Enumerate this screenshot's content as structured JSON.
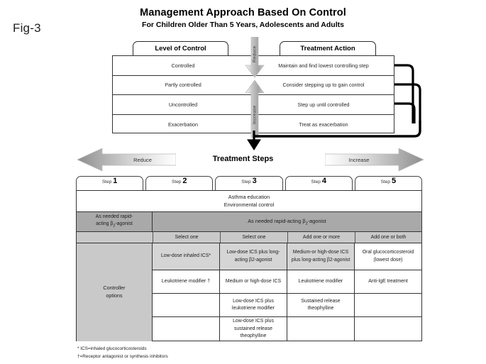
{
  "figure": {
    "label": "Fig-3"
  },
  "titles": {
    "main": "Management Approach Based On Control",
    "sub": "For Children Older Than 5 Years, Adolescents and Adults"
  },
  "control_section": {
    "tabs": {
      "level_of_control": "Level of Control",
      "treatment_action": "Treatment Action"
    },
    "vertical_arrows": {
      "reduce": "Reduce",
      "increase": "Increase"
    },
    "rows": [
      {
        "level": "Controlled",
        "action": "Maintain and find lowest controlling step"
      },
      {
        "level": "Partly controlled",
        "action": "Consider stepping up to gain control"
      },
      {
        "level": "Uncontrolled",
        "action": "Step up until controlled"
      },
      {
        "level": "Exacerbation",
        "action": "Treat as exacerbation"
      }
    ]
  },
  "steps_band": {
    "title": "Treatment Steps",
    "reduce_label": "Reduce",
    "increase_label": "Increase",
    "step_word": "Step",
    "steps": [
      "1",
      "2",
      "3",
      "4",
      "5"
    ]
  },
  "treatment_table": {
    "education_row": {
      "line1": "Asthma education",
      "line2": "Environmental control"
    },
    "rapid_row": {
      "left": "As needed rapid-acting β2-agonist",
      "left_line1": "As needed rapid-",
      "left_line2_pre": "acting β",
      "left_line2_sub": "2",
      "left_line2_post": "-agonist",
      "right_pre": "As needed rapid-acting β",
      "right_sub": "2",
      "right_post": "-agonist"
    },
    "select_headers": [
      "Select one",
      "Select one",
      "Add one or more",
      "Add one or both"
    ],
    "controller_label_line1": "Controller",
    "controller_label_line2": "options",
    "columns": [
      {
        "step": "1",
        "cells": [
          "",
          "",
          "",
          ""
        ]
      },
      {
        "step": "2",
        "cells": [
          "Low-dose inhaled ICS*",
          "Leukotriene modifier †",
          "",
          ""
        ]
      },
      {
        "step": "3",
        "cells": [
          "Low-dose ICS plus long-acting β2-agonist",
          "Medium or high-dose ICS",
          "Low-dose ICS plus leukotriene modifier",
          "Low-dose ICS plus sustained release theophylline"
        ]
      },
      {
        "step": "4",
        "cells": [
          "Medium-or high-dose ICS plus long-acting β2-agonist",
          "Leukotriene modifier",
          "Sustained release theophylline",
          ""
        ]
      },
      {
        "step": "5",
        "cells": [
          "Oral glucocorticosteroid (lowest dose)",
          "Anti-IgE treatment",
          "",
          ""
        ]
      }
    ]
  },
  "footnotes": {
    "line1": "* ICS=inhaled glucocorticosteroids",
    "line2": "†=Receptor antagonist or synthesis inhibitors"
  },
  "colors": {
    "rapid_row_gray": "#a9a9a9",
    "header_gray": "#c9c9c9",
    "shaded_cell_gray": "#d5d5d5",
    "border": "#333333",
    "text": "#1d1d1d"
  }
}
